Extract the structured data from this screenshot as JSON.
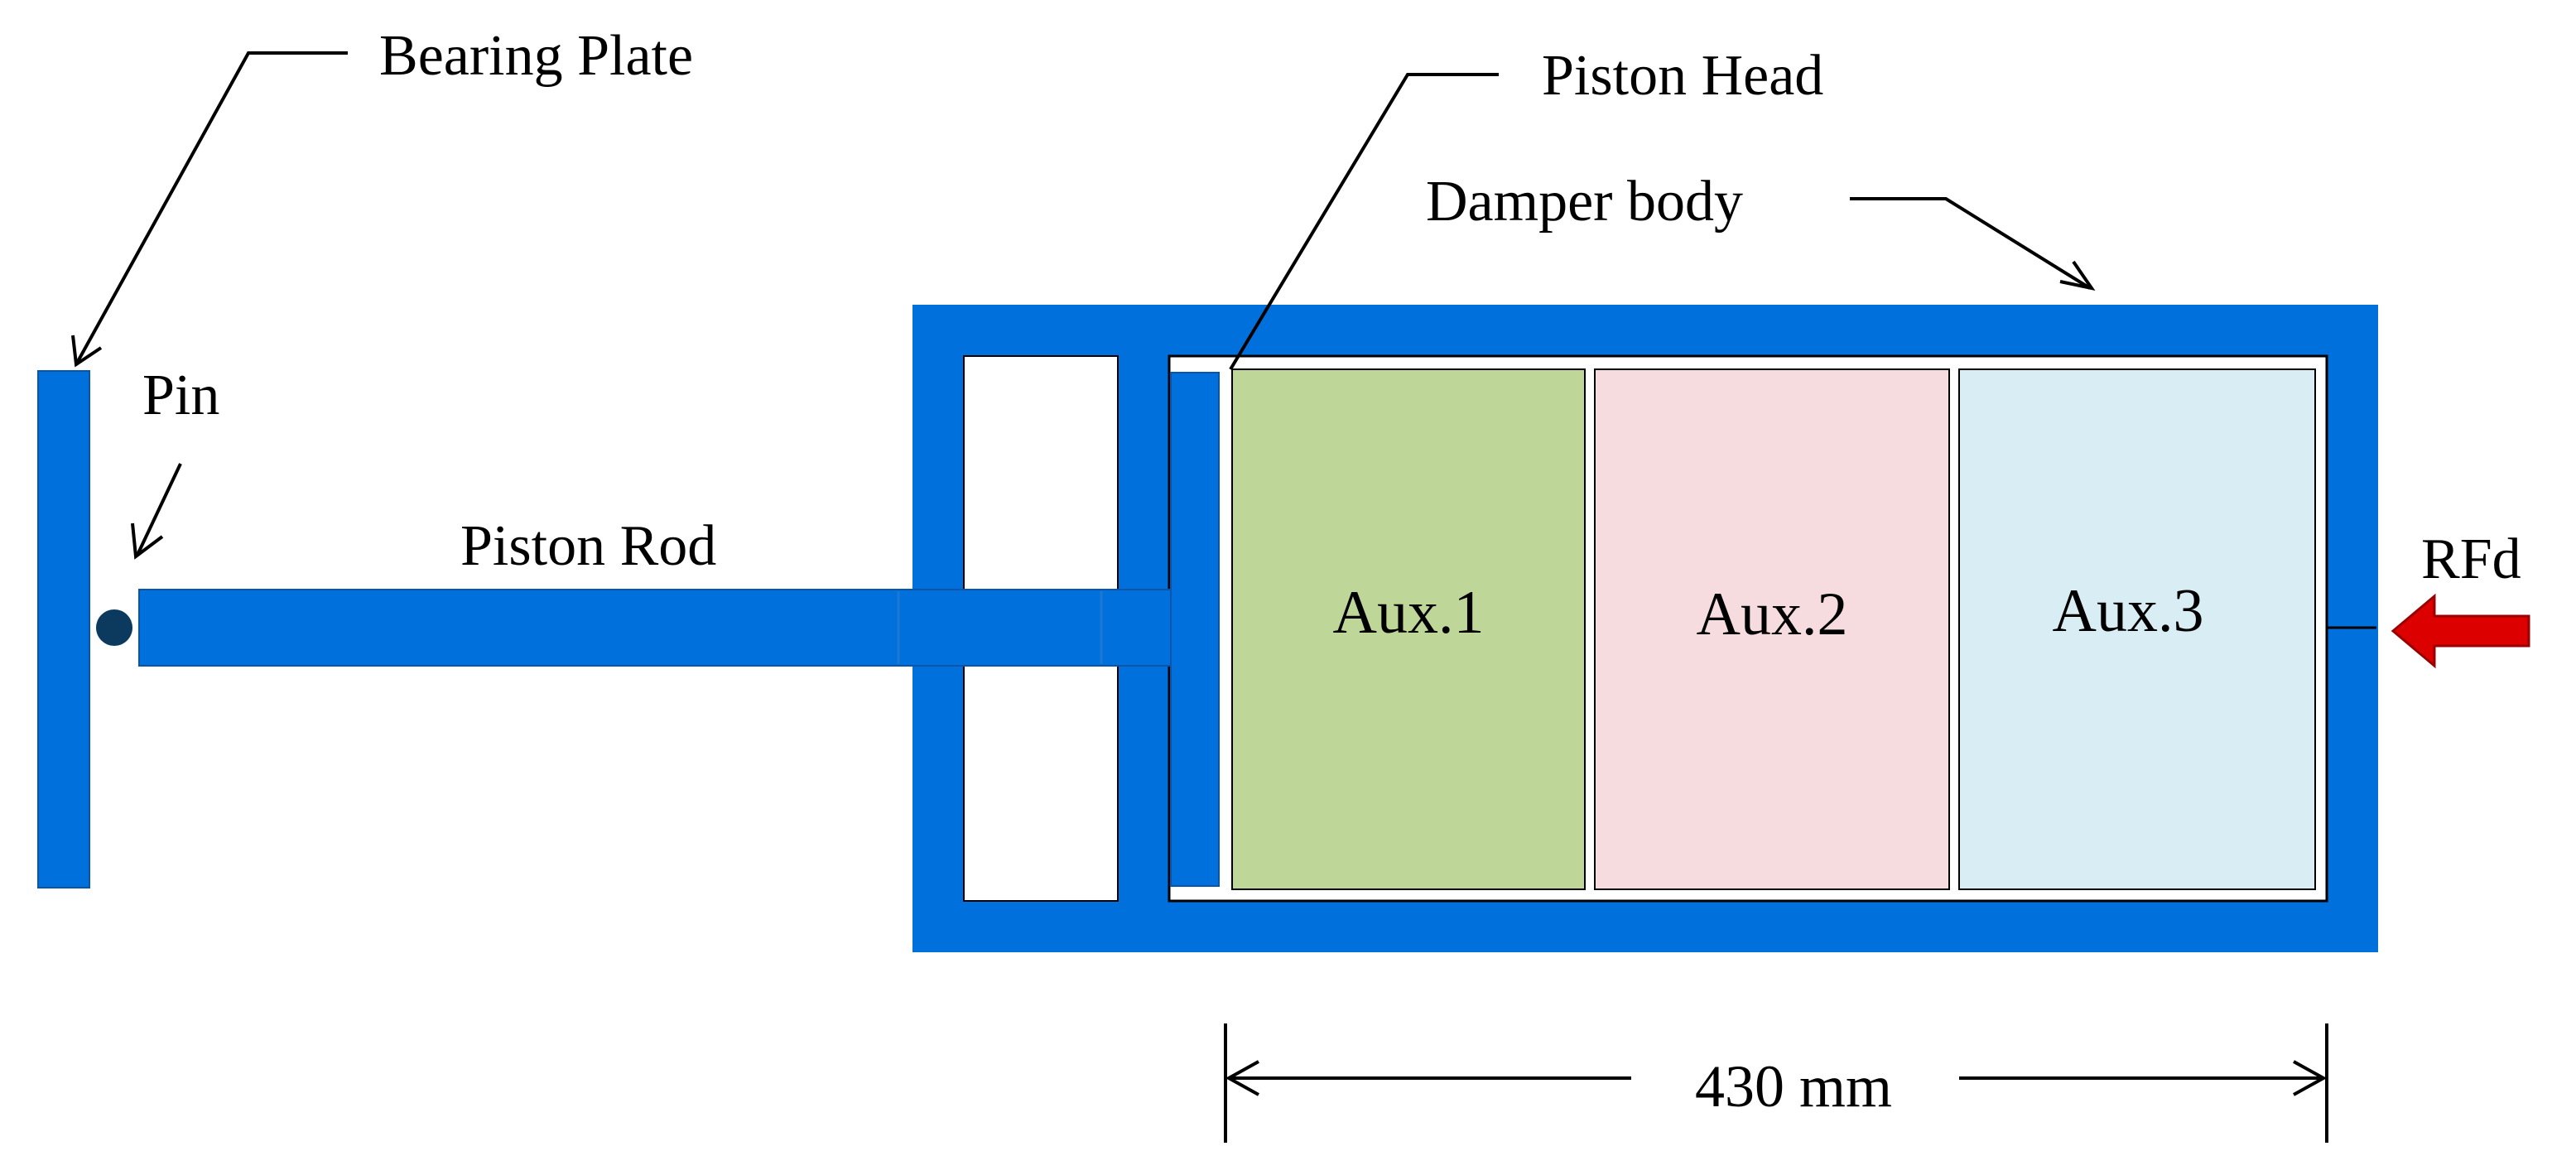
{
  "labels": {
    "bearing_plate": "Bearing Plate",
    "piston_head": "Piston Head",
    "damper_body": "Damper body",
    "pin": "Pin",
    "piston_rod": "Piston Rod",
    "rfd": "RFd"
  },
  "chambers": [
    {
      "label": "Aux.1",
      "color": "#bed799"
    },
    {
      "label": "Aux.2",
      "color": "#f6dcdf"
    },
    {
      "label": "Aux.3",
      "color": "#d8edf4"
    }
  ],
  "dimension": {
    "label": "430 mm"
  },
  "colors": {
    "steel": "#0070dd",
    "pin": "#0b3a5e",
    "arrow": "#dd0000"
  }
}
